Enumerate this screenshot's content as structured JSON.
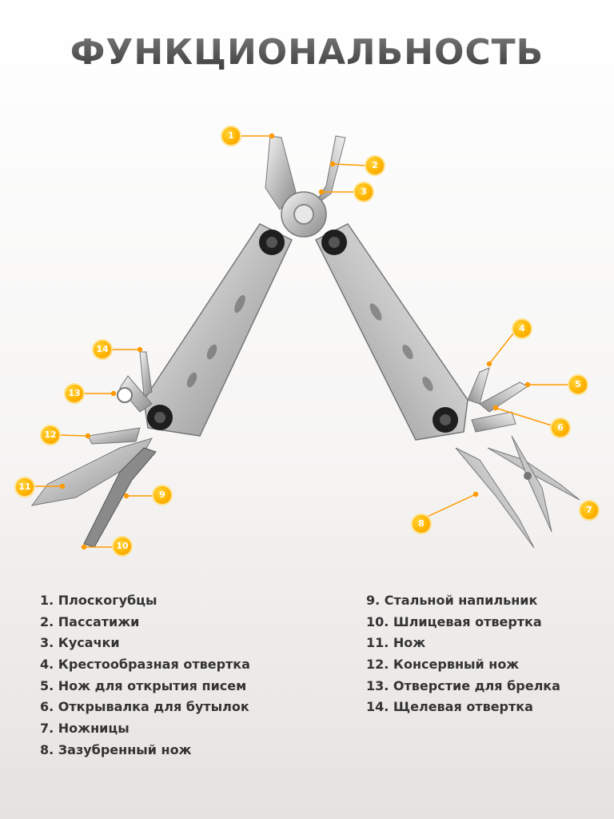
{
  "title": "ФУНКЦИОНАЛЬНОСТЬ",
  "accent_color": "#ffb400",
  "callouts": [
    "1",
    "2",
    "3",
    "4",
    "5",
    "6",
    "7",
    "8",
    "9",
    "10",
    "11",
    "12",
    "13",
    "14"
  ],
  "features_left": [
    {
      "label": "1. Плоскогубцы"
    },
    {
      "label": "2. Пассатижи"
    },
    {
      "label": "3. Кусачки"
    },
    {
      "label": "4. Крестообразная отвертка"
    },
    {
      "label": "5. Нож для открытия писем"
    },
    {
      "label": "6. Открывалка для бутылок"
    },
    {
      "label": "7. Ножницы"
    },
    {
      "label": "8. Зазубренный нож"
    }
  ],
  "features_right": [
    {
      "label": "9. Стальной напильник"
    },
    {
      "label": "10. Шлицевая отвертка"
    },
    {
      "label": "11. Нож"
    },
    {
      "label": "12. Консервный нож"
    },
    {
      "label": "13. Отверстие для брелка"
    },
    {
      "label": "14. Щелевая отвертка"
    }
  ]
}
